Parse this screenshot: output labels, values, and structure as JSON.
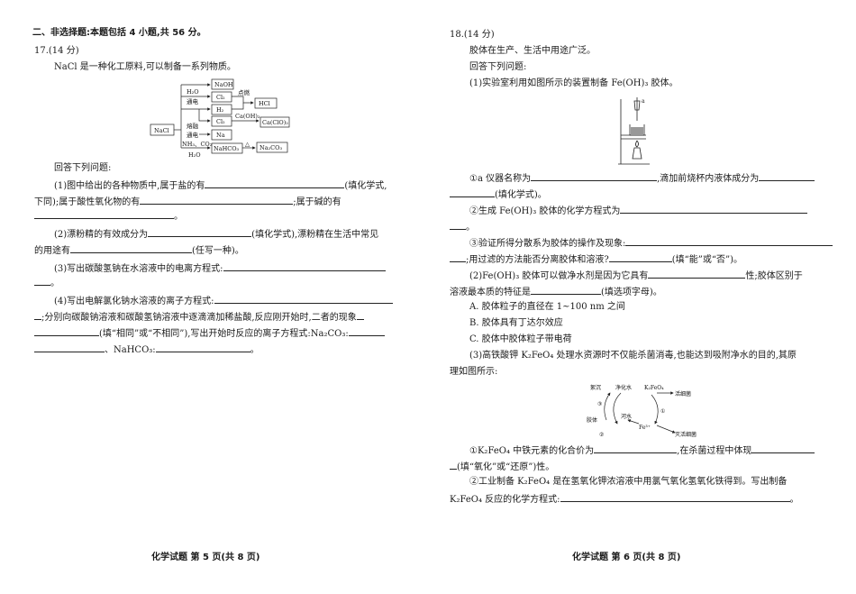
{
  "left": {
    "section_header": "二、非选择题:本题包括 4 小题,共 56 分。",
    "q17": {
      "number": "17.(14 分)",
      "intro": "NaCl 是一种化工原料,可以制备一系列物质。",
      "diagram": {
        "nacl": "NaCl",
        "naoh": "NaOH",
        "cl2": "Cl₂",
        "h2": "H₂",
        "cl2b": "Cl₂",
        "na": "Na",
        "nahco3": "NaHCO₃",
        "hcl": "HCl",
        "caclo2": "Ca(ClO)₂",
        "na2co3": "Na₂CO₃",
        "cond_h2o": "H₂O",
        "cond_tongdian": "通电",
        "cond_ranshao": "点燃",
        "cond_caoh2": "Ca(OH)₂",
        "cond_rongrong": "熔融",
        "cond_tongdian2": "通电",
        "cond_nh3co2": "NH₃、CO₂",
        "cond_h2o2": "H₂O",
        "cond_heat": "△"
      },
      "answer_prompt": "回答下列问题:",
      "p1_a": "(1)图中给出的各种物质中,属于盐的有",
      "p1_b": "(填化学式,",
      "p1_c": "下同);属于酸性氧化物的有",
      "p1_d": ";属于碱的有",
      "p2_a": "(2)漂粉精的有效成分为",
      "p2_b": "(填化学式),漂粉精在生活中常见",
      "p2_c": "的用途有",
      "p2_d": "(任写一种)。",
      "p3": "(3)写出碳酸氢钠在水溶液中的电离方程式:",
      "p3_end": "。",
      "p4_a": "(4)写出电解氯化钠水溶液的离子方程式:",
      "p4_b": ";分别向碳酸钠溶液和碳酸氢钠溶液中逐滴滴加稀盐酸,反应刚开始时,二者的现象",
      "p4_c": "(填“相同”或“不相同”),写出开始时反应的离子方程式:Na₂CO₃:",
      "p4_d": "、NaHCO₃:",
      "p4_end": "。"
    },
    "footer": "化学试题 第 5 页(共 8 页)"
  },
  "right": {
    "q18": {
      "number": "18.(14 分)",
      "intro": "胶体在生产、生活中用途广泛。",
      "answer_prompt": "回答下列问题:",
      "p1": "(1)实验室利用如图所示的装置制备 Fe(OH)₃ 胶体。",
      "apparatus_label": "a",
      "s1_a": "①a 仪器名称为",
      "s1_b": ",滴加前烧杯内液体成分为",
      "s1_c": "(填化学式)。",
      "s2_a": "②生成 Fe(OH)₃ 胶体的化学方程式为",
      "s2_end": "。",
      "s3_a": "③验证所得分散系为胶体的操作及现象:",
      "s3_b": ";用过滤的方法能否分离胶体和溶液?",
      "s3_c": "(填“能”或“否”)。",
      "p2_a": "(2)Fe(OH)₃ 胶体可以做净水剂是因为它具有",
      "p2_b": "性;胶体区别于",
      "p2_c": "溶液最本质的特征是",
      "p2_d": "(填选项字母)。",
      "opt_a": "A. 胶体粒子的直径在 1~100 nm 之间",
      "opt_b": "B. 胶体具有丁达尔效应",
      "opt_c": "C. 胶体中胶体粒子带电荷",
      "p3_a": "(3)高铁酸钾 K₂FeO₄ 处理水资源时不仅能杀菌消毒,也能达到吸附净水的目的,其原",
      "p3_b": "理如图所示:",
      "cycle": {
        "jufu": "絮沉",
        "jinghuashui": "净化水",
        "k2feo4": "K₂FeO₄",
        "huoxijun": "活细菌",
        "jiaoti": "胶体",
        "heshui": "河水",
        "fe3": "Fe³⁺",
        "shihuoxijun": "灭活细菌",
        "n3": "③",
        "n2": "②",
        "n1": "①"
      },
      "t1_a": "①K₂FeO₄ 中铁元素的化合价为",
      "t1_b": ",在杀菌过程中体现",
      "t1_c": "(填“氧化”或“还原”)性。",
      "t2_a": "②工业制备 K₂FeO₄ 是在氢氧化钾浓溶液中用氯气氧化氢氧化铁得到。写出制备",
      "t2_b": "K₂FeO₄ 反应的化学方程式:",
      "t2_end": "。"
    },
    "footer": "化学试题 第 6 页(共 8 页)"
  }
}
